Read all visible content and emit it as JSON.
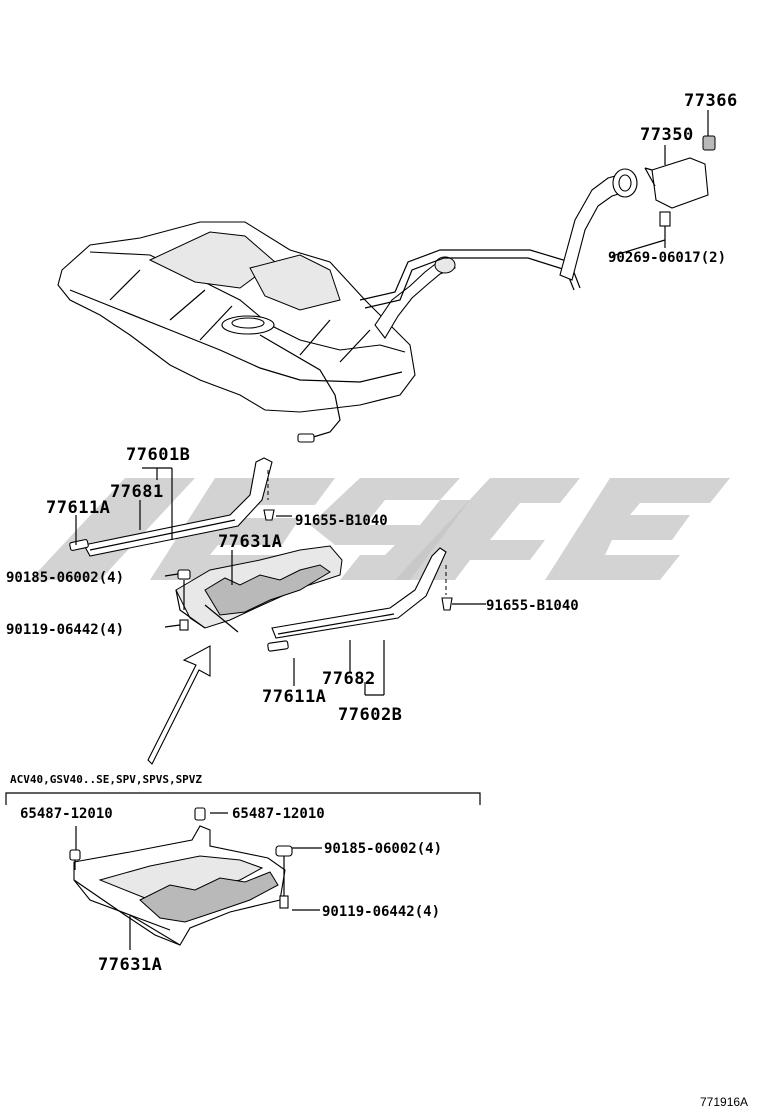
{
  "labels": {
    "p77366": "77366",
    "p77350": "77350",
    "p90269": "90269-06017(2)",
    "p77601b": "77601B",
    "p77681": "77681",
    "p77611a_top": "77611A",
    "p91655_left": "91655-B1040",
    "p77631a_top": "77631A",
    "p90185_top": "90185-06002(4)",
    "p90119_top": "90119-06442(4)",
    "p91655_right": "91655-B1040",
    "p77682": "77682",
    "p77611a_bottom": "77611A",
    "p77602b": "77602B",
    "applicability_note": "ACV40,GSV40..SE,SPV,SPVS,SPVZ",
    "p65487_left": "65487-12010",
    "p65487_right": "65487-12010",
    "p90185_bottom": "90185-06002(4)",
    "p90119_bottom": "90119-06442(4)",
    "p77631a_bottom": "77631A",
    "figure_ref": "771916A"
  },
  "colors": {
    "line": "#000000",
    "watermark": "#c4c4c4",
    "part_shade": "#e8e8e8",
    "part_dark": "#b9b9b9"
  }
}
